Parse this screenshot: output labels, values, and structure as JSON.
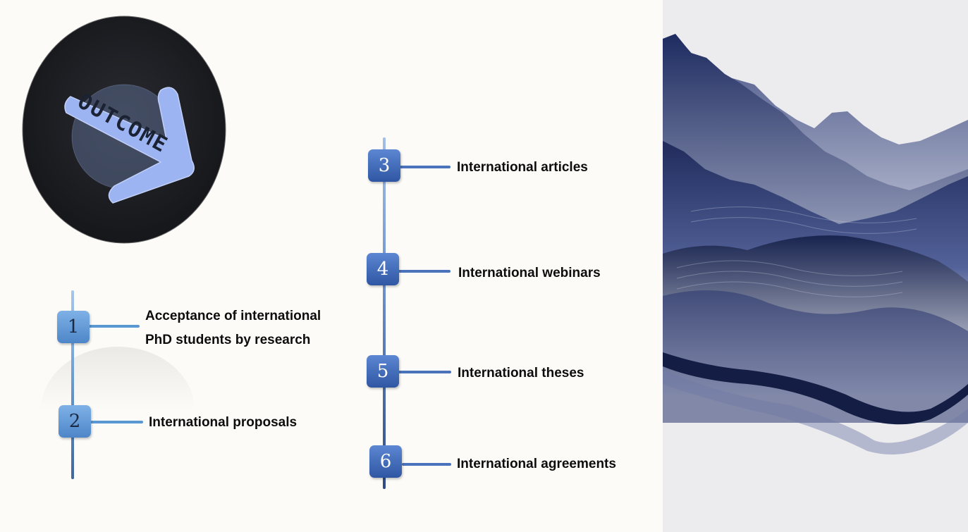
{
  "logo": {
    "text": "OUTCOME"
  },
  "steps": [
    {
      "number": "1",
      "label": "Acceptance of international PhD students by research"
    },
    {
      "number": "2",
      "label": "International proposals"
    },
    {
      "number": "3",
      "label": "International articles"
    },
    {
      "number": "4",
      "label": "International webinars"
    },
    {
      "number": "5",
      "label": "International theses"
    },
    {
      "number": "6",
      "label": "International agreements"
    }
  ],
  "colors": {
    "background": "#fcfbf8",
    "badge_light": "#5a91d0",
    "badge_dark": "#3a62ad",
    "logo_bg": "#1d1e22",
    "arrow": "#9db4f2",
    "mountain": "#1d2a5e"
  }
}
